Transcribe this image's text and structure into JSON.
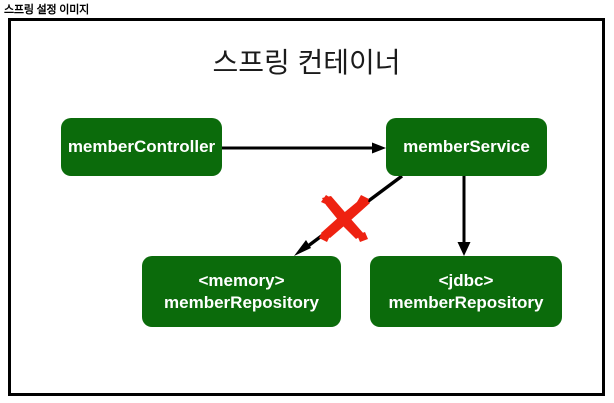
{
  "header": {
    "label": "스프링 설정 이미지"
  },
  "diagram": {
    "title": "스프링 컨테이너",
    "frame_border_color": "#000000",
    "background_color": "#ffffff",
    "node_fill_color": "#0b6b0b",
    "node_text_color": "#ffffff",
    "edge_color": "#000000",
    "cross_mark_color": "#ee2211",
    "nodes": [
      {
        "id": "member-controller",
        "line1": "memberController",
        "line2": ""
      },
      {
        "id": "member-service",
        "line1": "memberService",
        "line2": ""
      },
      {
        "id": "memory-repository",
        "line1": "<memory>",
        "line2": "memberRepository"
      },
      {
        "id": "jdbc-repository",
        "line1": "<jdbc>",
        "line2": "memberRepository"
      }
    ],
    "edges": [
      {
        "id": "controller-to-service",
        "from": "member-controller",
        "to": "member-service",
        "style": "solid-arrow",
        "crossed_out": false
      },
      {
        "id": "service-to-memory-repository",
        "from": "member-service",
        "to": "memory-repository",
        "style": "solid-arrow",
        "crossed_out": true
      },
      {
        "id": "service-to-jdbc-repository",
        "from": "member-service",
        "to": "jdbc-repository",
        "style": "solid-arrow",
        "crossed_out": false
      }
    ],
    "annotations": [
      {
        "id": "cross-out-mark",
        "icon": "red-x-icon",
        "on_edge": "service-to-memory-repository"
      }
    ]
  }
}
